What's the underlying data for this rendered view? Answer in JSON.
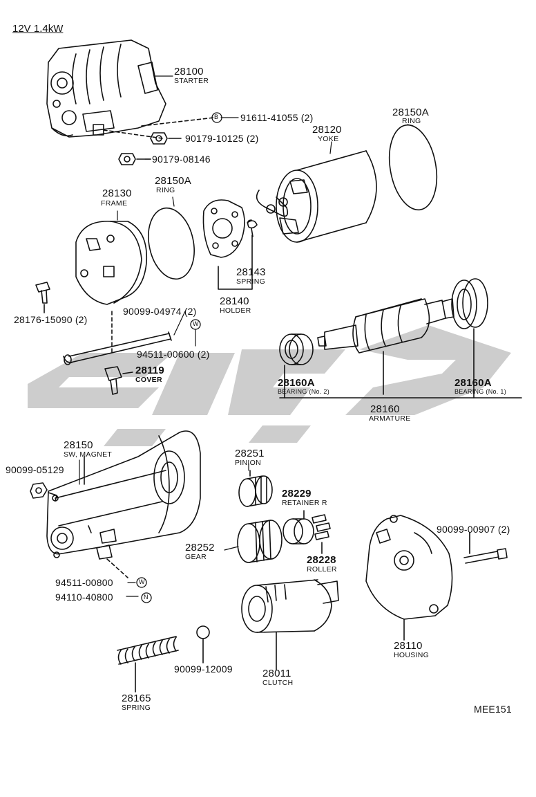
{
  "header": {
    "spec": "12V 1.4kW"
  },
  "diagram_code": "MEE151",
  "watermark": {
    "color": "#c8c8c8"
  },
  "parts": {
    "p28100": {
      "num": "28100",
      "name": "STARTER"
    },
    "p91611": {
      "num": "91611-41055 (2)",
      "marker": "B"
    },
    "p90179a": {
      "num": "90179-10125 (2)"
    },
    "p90179b": {
      "num": "90179-08146"
    },
    "p28150A_top": {
      "num": "28150A",
      "name": "RING"
    },
    "p28120": {
      "num": "28120",
      "name": "YOKE"
    },
    "p28130": {
      "num": "28130",
      "name": "FRAME"
    },
    "p28150A_mid": {
      "num": "28150A",
      "name": "RING"
    },
    "p28143": {
      "num": "28143",
      "name": "SPRING"
    },
    "p28140": {
      "num": "28140",
      "name": "HOLDER"
    },
    "p28176": {
      "num": "28176-15090 (2)"
    },
    "p90099_04974": {
      "num": "90099-04974 (2)"
    },
    "p94511_00600": {
      "num": "94511-00600 (2)",
      "marker": "W"
    },
    "p28119": {
      "num": "28119",
      "name": "COVER"
    },
    "p28160A_2": {
      "num": "28160A",
      "name": "BEARING (No. 2)"
    },
    "p28160A_1": {
      "num": "28160A",
      "name": "BEARING (No. 1)"
    },
    "p28160": {
      "num": "28160",
      "name": "ARMATURE"
    },
    "p28150": {
      "num": "28150",
      "name": "SW, MAGNET"
    },
    "p90099_05129": {
      "num": "90099-05129"
    },
    "p28251": {
      "num": "28251",
      "name": "PINION"
    },
    "p28229": {
      "num": "28229",
      "name": "RETAINER R"
    },
    "p28252": {
      "num": "28252",
      "name": "GEAR"
    },
    "p28228": {
      "num": "28228",
      "name": "ROLLER"
    },
    "p90099_00907": {
      "num": "90099-00907 (2)"
    },
    "p94511_00800": {
      "num": "94511-00800",
      "marker": "W"
    },
    "p94110": {
      "num": "94110-40800",
      "marker": "N"
    },
    "p28110": {
      "num": "28110",
      "name": "HOUSING"
    },
    "p28011": {
      "num": "28011",
      "name": "CLUTCH"
    },
    "p90099_12009": {
      "num": "90099-12009"
    },
    "p28165": {
      "num": "28165",
      "name": "SPRING"
    }
  }
}
